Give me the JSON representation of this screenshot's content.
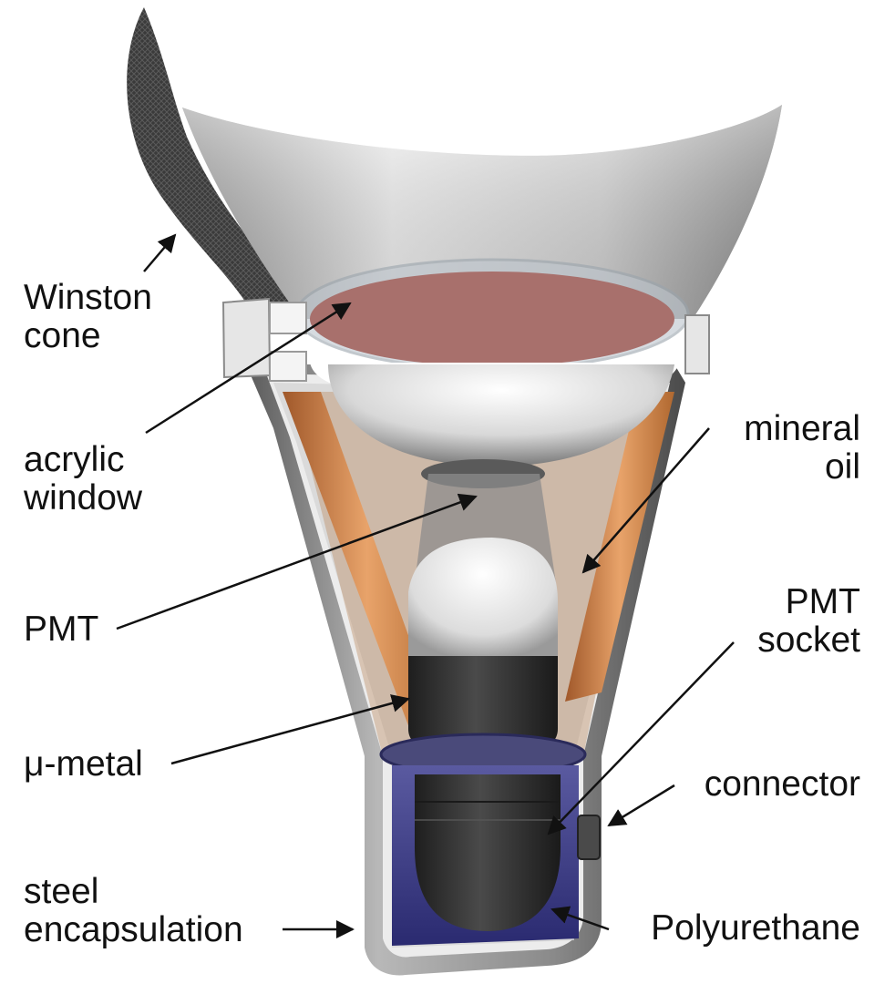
{
  "labels": {
    "winston_cone": [
      "Winston",
      "cone"
    ],
    "acrylic_window": [
      "acrylic",
      "window"
    ],
    "pmt": "PMT",
    "mu_metal": "μ-metal",
    "steel_encapsulation": [
      "steel",
      "encapsulation"
    ],
    "mineral_oil": [
      "mineral",
      "oil"
    ],
    "pmt_socket": [
      "PMT",
      "socket"
    ],
    "connector": "connector",
    "polyurethane": "Polyurethane"
  },
  "colors": {
    "cone_silver": "#c8c8c8",
    "cone_outer": "#3a3a3a",
    "window_rose": "#a8706c",
    "mu_metal": "#d08a52",
    "steel": "#9a9a9a",
    "pmt_dark": "#2e2e2e",
    "polyurethane": "#3c3c8a"
  }
}
